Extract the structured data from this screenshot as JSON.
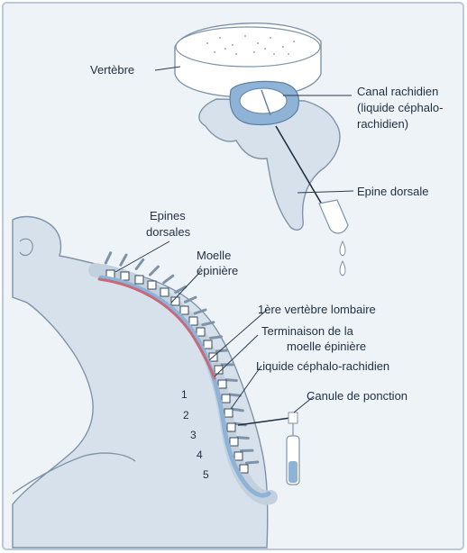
{
  "labels": {
    "vertebre": "Vertèbre",
    "canal_l1": "Canal rachidien",
    "canal_l2": "(liquide céphalo-",
    "canal_l3": "rachidien)",
    "epine_dorsale": "Epine dorsale",
    "epines_l1": "Epines",
    "epines_l2": "dorsales",
    "moelle_l1": "Moelle",
    "moelle_l2": "épinière",
    "premiere_lombaire": "1ère vertèbre lombaire",
    "terminaison_l1": "Terminaison de la",
    "terminaison_l2": "moelle épinière",
    "liquide": "Liquide céphalo-rachidien",
    "canule": "Canule de ponction"
  },
  "lumbar_numbers": [
    "1",
    "2",
    "3",
    "4",
    "5"
  ],
  "colors": {
    "background": "#eef3f8",
    "frame": "#b9c9d9",
    "skin": "#d6e1ec",
    "outline": "#7f93a8",
    "bone": "#ffffff",
    "bone_shade": "#c3d1df",
    "canal_blue": "#8fb3d6",
    "spinal_cord": "#c46a78",
    "ink": "#1f2f40"
  }
}
